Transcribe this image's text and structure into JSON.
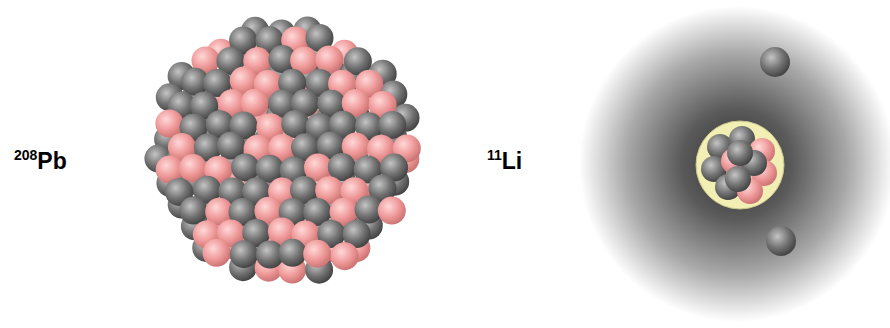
{
  "diagram": {
    "labels": [
      "208",
      "Pb",
      "11",
      "Li"
    ]
  }
}
